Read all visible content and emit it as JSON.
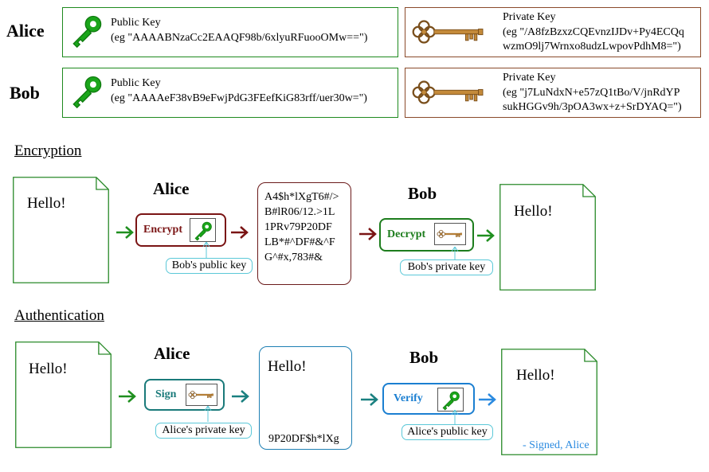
{
  "keys": {
    "alice": {
      "name": "Alice",
      "public_title": "Public Key",
      "public_example": "(eg \"AAAABNzaCc2EAAQF98b/6xlyuRFuooOMw==\")",
      "private_title": "Private Key",
      "private_example_line1": "(eg \"/A8fzBzxzCQEvnzIJDv+Py4ECQq",
      "private_example_line2": "wzmO9lj7Wrnxo8udzLwpovPdhM8=\")"
    },
    "bob": {
      "name": "Bob",
      "public_title": "Public Key",
      "public_example": "(eg \"AAAAeF38vB9eFwjPdG3FEefKiG83rff/uer30w=\")",
      "private_title": "Private Key",
      "private_example_line1": "(eg \"j7LuNdxN+e57zQ1tBo/V/jnRdYP",
      "private_example_line2": "sukHGGv9h/3pOA3wx+z+SrDYAQ=\")"
    }
  },
  "encryption": {
    "heading": "Encryption",
    "plaintext": "Hello!",
    "sender": "Alice",
    "action": "Encrypt",
    "action_key_label": "Bob's public key",
    "ciphertext_lines": [
      "A4$h*lXgT6#/>",
      "B#lR06/12.>1L",
      "1PRv79P20DF",
      "LB*#^DF#&^F",
      "G^#x,783#&"
    ],
    "receiver": "Bob",
    "reverse_action": "Decrypt",
    "reverse_key_label": "Bob's private key",
    "result": "Hello!"
  },
  "authentication": {
    "heading": "Authentication",
    "plaintext": "Hello!",
    "sender": "Alice",
    "action": "Sign",
    "action_key_label": "Alice's private key",
    "signed_message": "Hello!",
    "signature": "9P20DF$h*lXg",
    "receiver": "Bob",
    "reverse_action": "Verify",
    "reverse_key_label": "Alice's public key",
    "result": "Hello!",
    "signed_note": "- Signed, Alice"
  },
  "colors": {
    "public_key": "#1aa51a",
    "private_key": "#b07a2a",
    "public_border": "#1e8a1e",
    "private_border": "#8a4a2a",
    "encrypt": "#7a1414",
    "decrypt": "#1d7d1d",
    "sign": "#1a7a7a",
    "verify": "#1b7fd1",
    "arrow_green": "#1f8f1f",
    "arrow_red": "#7a1414",
    "arrow_teal": "#1a8080",
    "arrow_blue": "#2a8ae0",
    "callout": "#5bc8d8"
  }
}
